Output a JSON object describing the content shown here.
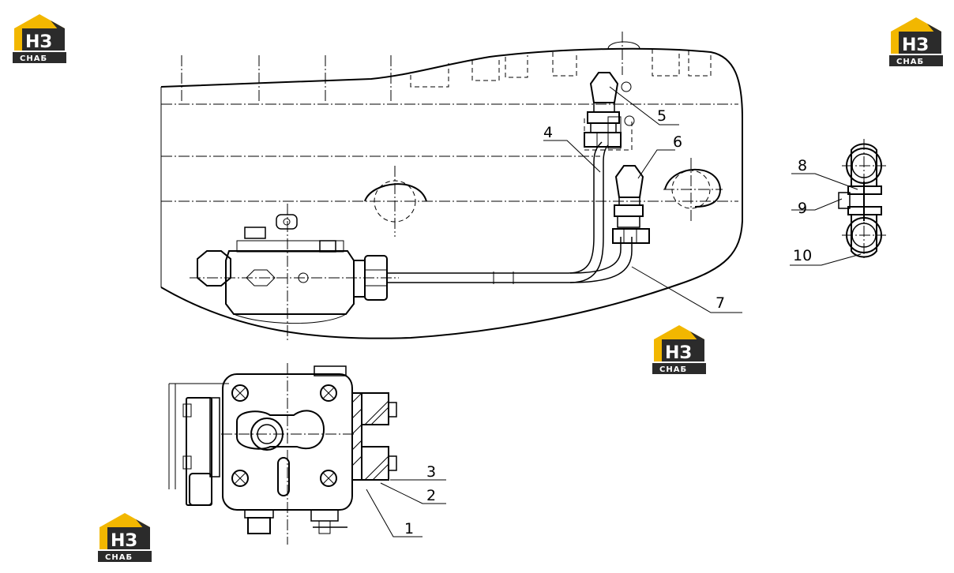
{
  "logo": {
    "letters": "НЗ",
    "text": "СНАБ",
    "colors": {
      "yellow": "#f2b700",
      "dark": "#2b2b2b"
    }
  },
  "callouts": {
    "c1": "1",
    "c2": "2",
    "c3": "3",
    "c4": "4",
    "c5": "5",
    "c6": "6",
    "c7": "7",
    "c8": "8",
    "c9": "9",
    "c10": "10"
  }
}
